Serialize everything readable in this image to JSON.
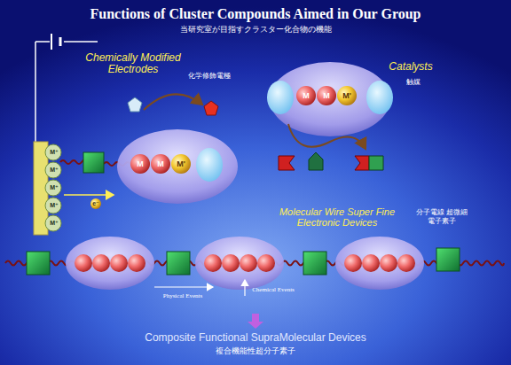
{
  "diagram": {
    "title": "Functions of Cluster Compounds Aimed in Our Group",
    "caption": "Composite Functional SupraMolecular Devices",
    "labels": [
      "当研究室が目指すクラスター化合物の機能",
      "Chemically Modified Electrodes",
      "化学修飾電極",
      "Catalysts",
      "触媒",
      "Molecular Wire Super Fine Electronic Devices",
      "分子電線 超微細電子素子",
      "Physical Events",
      "Chemical Events",
      "複合機能性超分子素子",
      "M",
      "M",
      "M'",
      "M",
      "M",
      "M'",
      "M⁺",
      "M⁺",
      "M⁺",
      "M⁺",
      "M⁺",
      "e⁻"
    ]
  }
}
